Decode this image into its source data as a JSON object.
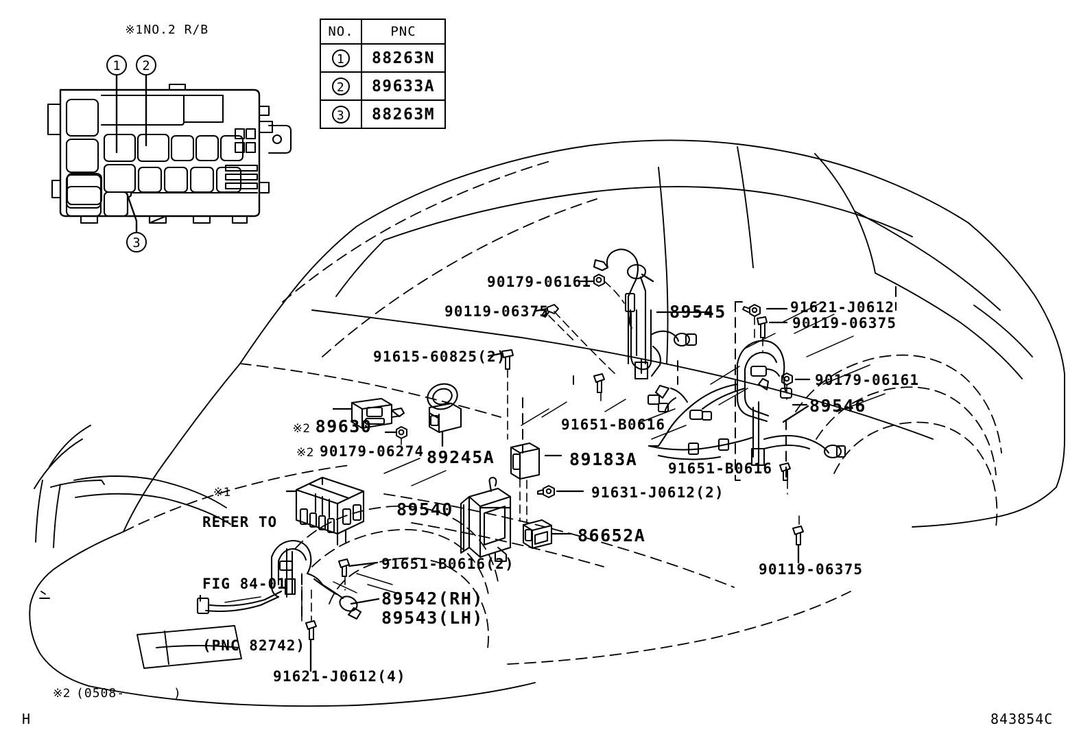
{
  "diagram": {
    "figure_code": "843854C",
    "sheet_letter": "H",
    "note1_header": "NO.2 R/B",
    "note1_marker": "※1",
    "note2_marker": "※2",
    "note2_footer": "(0508-      )"
  },
  "pnc_table": {
    "headers": [
      "NO.",
      "PNC"
    ],
    "rows": [
      {
        "no": "1",
        "pnc": "88263N"
      },
      {
        "no": "2",
        "pnc": "89633A"
      },
      {
        "no": "3",
        "pnc": "88263M"
      }
    ]
  },
  "relay_block_callouts": [
    {
      "id": "1",
      "label": "1"
    },
    {
      "id": "2",
      "label": "2"
    },
    {
      "id": "3",
      "label": "3"
    }
  ],
  "labels": {
    "l_90179_06161_top": "90179-06161",
    "l_90119_06375_top": "90119-06375",
    "l_89545": "89545",
    "l_91621_j0612": "91621-J0612",
    "l_90119_06375_right": "90119-06375",
    "l_90179_06161_right": "90179-06161",
    "l_89546": "89546",
    "l_91615_60825": "91615-60825(2)",
    "l_89630_star": "※2",
    "l_89630": "89630",
    "l_90179_06274_star": "※2",
    "l_90179_06274": "90179-06274",
    "l_89245a": "89245A",
    "l_91651_b0616_center": "91651-B0616",
    "l_89183a": "89183A",
    "l_91651_b0616_right": "91651-B0616",
    "l_91631_j0612": "91631-J0612(2)",
    "l_89540": "89540",
    "l_86652a": "86652A",
    "l_refer_star": "※1",
    "l_refer_line1": "REFER TO",
    "l_refer_line2": "FIG 84-01",
    "l_refer_line3": "(PNC 82742)",
    "l_91651_b0616_lower": "91651-B0616(2)",
    "l_89542_rh": "89542(RH)",
    "l_89543_lh": "89543(LH)",
    "l_91621_j0612_4": "91621-J0612(4)",
    "l_90119_06375_lower": "90119-06375"
  }
}
